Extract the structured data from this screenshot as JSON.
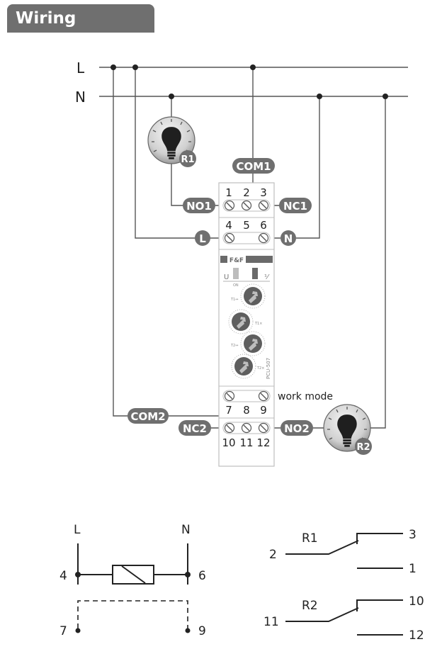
{
  "title": "Wiring diagram",
  "bus": {
    "line_label": "L",
    "neutral_label": "N"
  },
  "lamps": [
    {
      "label": "R1"
    },
    {
      "label": "R2"
    }
  ],
  "tags": {
    "com1": "COM1",
    "no1": "NO1",
    "nc1": "NC1",
    "l": "L",
    "n": "N",
    "com2": "COM2",
    "nc2": "NC2",
    "no2": "NO2"
  },
  "device": {
    "terminals_top_row1": [
      "1",
      "2",
      "3"
    ],
    "terminals_top_row2": [
      "4",
      "5",
      "6"
    ],
    "terminals_bottom_row1": [
      "7",
      "8",
      "9"
    ],
    "terminals_bottom_row2": [
      "10",
      "11",
      "12"
    ],
    "brand": "F&F",
    "indicator_u": "U",
    "indicator_relay": "⅟",
    "knobs": [
      {
        "label": "T1↔",
        "top_mark": "ON"
      },
      {
        "label": "T1×"
      },
      {
        "label": "T2↔"
      },
      {
        "label": "T2×"
      }
    ],
    "model": "PCU-507",
    "work_mode_label": "work mode",
    "colors": {
      "led_u": "#bdbdbd",
      "led_relay": "#6a6a6a",
      "knob": "#5e5e5e",
      "tag": "#6f6f6f"
    }
  },
  "schematic": {
    "coil": {
      "top_left": "L",
      "top_right": "N",
      "left_terminal": "4",
      "right_terminal": "6",
      "bottom_left": "7",
      "bottom_right": "9"
    },
    "contacts": [
      {
        "relay": "R1",
        "common": "2",
        "nc": "3",
        "no": "1"
      },
      {
        "relay": "R2",
        "common": "11",
        "nc": "10",
        "no": "12"
      }
    ]
  }
}
